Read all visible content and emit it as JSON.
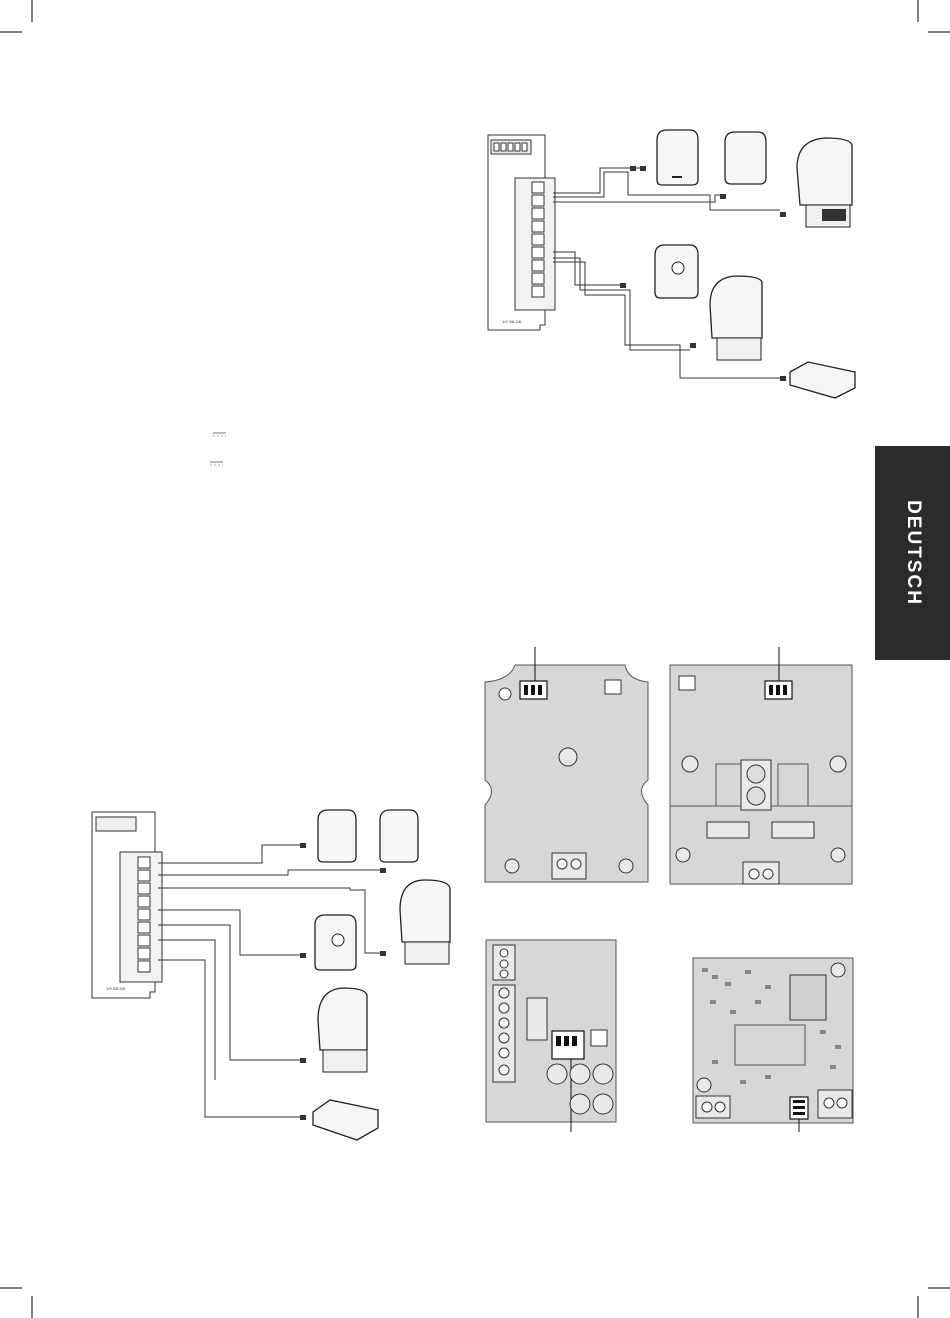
{
  "side_tab": {
    "label": "DEUTSCH"
  },
  "diagram_labels": {
    "top_board_mark": "1/9 3/8.2/8",
    "bottom_board_mark": "1/9 3/8.2/8"
  }
}
